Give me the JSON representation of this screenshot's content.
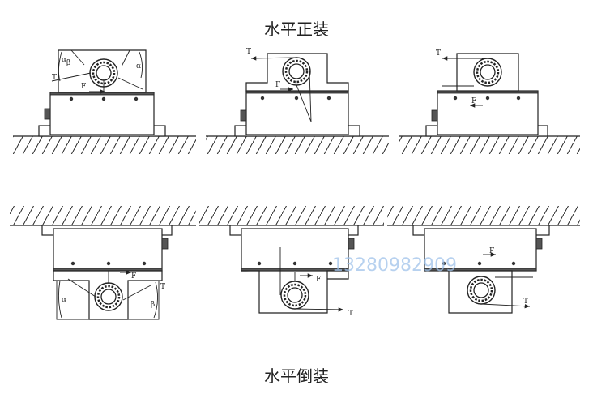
{
  "titles": {
    "top": "水平正装",
    "bottom": "水平倒装"
  },
  "watermark": "13280982909",
  "labels": {
    "tension": "T",
    "force": "F",
    "alpha": "α",
    "beta": "β"
  }
}
